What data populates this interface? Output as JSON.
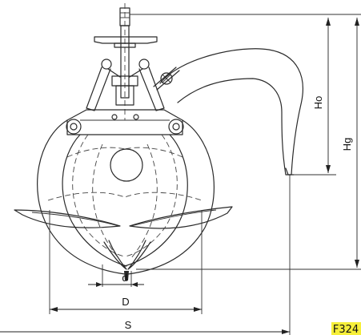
{
  "dimensions": {
    "ho": "Ho",
    "hg": "Hg",
    "d_small": "d",
    "d_large": "D",
    "s": "S"
  },
  "figure_code": "F324",
  "colors": {
    "ink": "#2a2a2a",
    "code_highlight": "#f6ef3a"
  }
}
